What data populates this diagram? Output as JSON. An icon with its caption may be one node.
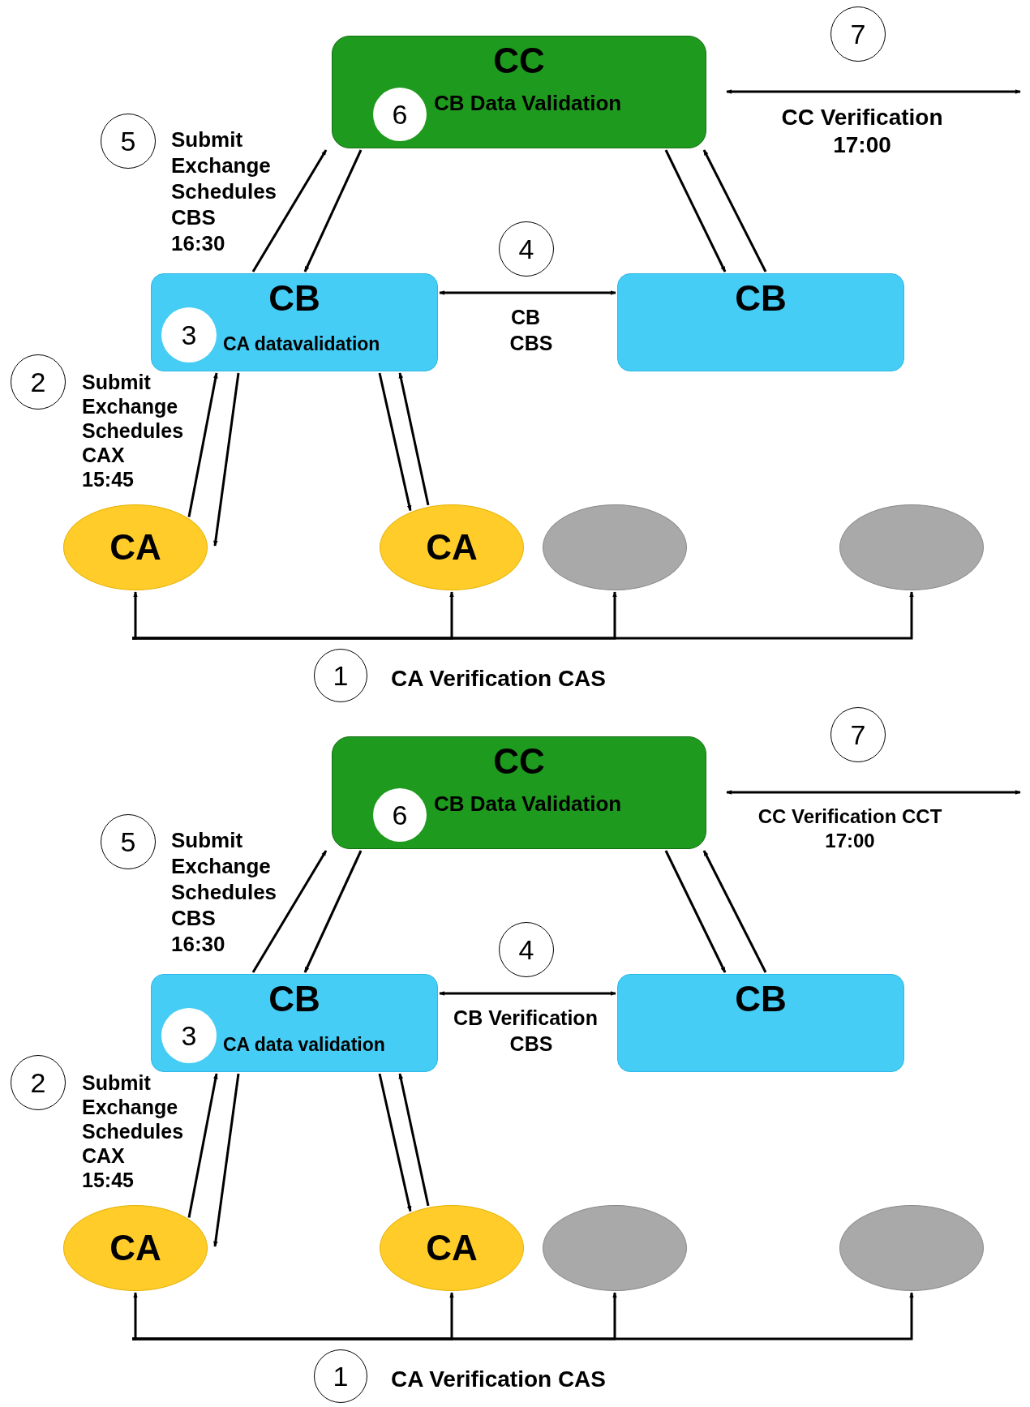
{
  "diagram": {
    "nodes": [
      {
        "text": [
          "CC",
          "CB Data Validation"
        ]
      },
      {
        "text": [
          "6"
        ],
        "in": 0
      },
      {
        "text": [
          "7"
        ]
      },
      {
        "text": [
          "5"
        ]
      },
      {
        "text": [
          "CB",
          "CA datavalidation"
        ]
      },
      {
        "text": [
          "3"
        ],
        "in": 4
      },
      {
        "text": [
          "4"
        ]
      },
      {
        "text": [
          "CB"
        ]
      },
      {
        "text": [
          "2"
        ]
      },
      {
        "text": [
          "CA"
        ]
      },
      {
        "text": [
          "CA"
        ]
      },
      {
        "text": [],
        "shape": "ellipse"
      },
      {
        "text": [],
        "shape": "ellipse"
      },
      {
        "text": [
          "1"
        ]
      },
      {
        "text": [
          "CC",
          "CB Data Validation"
        ]
      },
      {
        "text": [
          "6"
        ],
        "in": 14
      },
      {
        "text": [
          "7"
        ]
      },
      {
        "text": [
          "5"
        ]
      },
      {
        "text": [
          "CB",
          "CA data validation"
        ]
      },
      {
        "text": [
          "3"
        ],
        "in": 18
      },
      {
        "text": [
          "4"
        ]
      },
      {
        "text": [
          "CB"
        ]
      },
      {
        "text": [
          "2"
        ]
      },
      {
        "text": [
          "CA"
        ]
      },
      {
        "text": [
          "CA"
        ]
      },
      {
        "text": [],
        "shape": "ellipse"
      },
      {
        "text": [],
        "shape": "ellipse"
      },
      {
        "text": [
          "1"
        ]
      }
    ],
    "edges": [
      {
        "from": 4,
        "to": 0,
        "arrow": "to"
      },
      {
        "from": 0,
        "to": 4,
        "arrow": "to"
      },
      {
        "from": 0,
        "to": 7,
        "arrow": "to"
      },
      {
        "from": 7,
        "to": 0,
        "arrow": "to"
      },
      {
        "from": 4,
        "to": 7,
        "arrow": "both"
      },
      {
        "from": 9,
        "to": 4,
        "arrow": "to"
      },
      {
        "from": 4,
        "to": 9,
        "arrow": "to"
      },
      {
        "from": 4,
        "to": 10,
        "arrow": "to"
      },
      {
        "from": 10,
        "to": 4,
        "arrow": "to"
      },
      {
        "from": null,
        "to": 9,
        "arrow": "to"
      },
      {
        "from": null,
        "to": 10,
        "arrow": "to"
      },
      {
        "from": null,
        "to": 11,
        "arrow": "to"
      },
      {
        "from": null,
        "to": 12,
        "arrow": "to"
      },
      {
        "from": 18,
        "to": 14,
        "arrow": "to"
      },
      {
        "from": 14,
        "to": 18,
        "arrow": "to"
      },
      {
        "from": 14,
        "to": 21,
        "arrow": "to"
      },
      {
        "from": 21,
        "to": 14,
        "arrow": "to"
      },
      {
        "from": 18,
        "to": 21,
        "arrow": "both"
      },
      {
        "from": 23,
        "to": 18,
        "arrow": "to"
      },
      {
        "from": 18,
        "to": 23,
        "arrow": "to"
      },
      {
        "from": 18,
        "to": 24,
        "arrow": "to"
      },
      {
        "from": 24,
        "to": 18,
        "arrow": "to"
      },
      {
        "from": null,
        "to": 23,
        "arrow": "to"
      },
      {
        "from": null,
        "to": 24,
        "arrow": "to"
      },
      {
        "from": null,
        "to": 25,
        "arrow": "to"
      },
      {
        "from": null,
        "to": 26,
        "arrow": "to"
      }
    ],
    "labels": [
      "CC Verification 17:00",
      "Submit Exchange Schedules CBS 16:30",
      "CB",
      "CBS",
      "Submit Exchange Schedules CAX 15:45",
      "CA Verification CAS",
      "CC Verification CCT 17:00",
      "Submit Exchange Schedules CBS 16:30",
      "CB Verification",
      "CBS",
      "Submit Exchange Schedules CAX 15:45",
      "CA Verification CAS"
    ]
  }
}
